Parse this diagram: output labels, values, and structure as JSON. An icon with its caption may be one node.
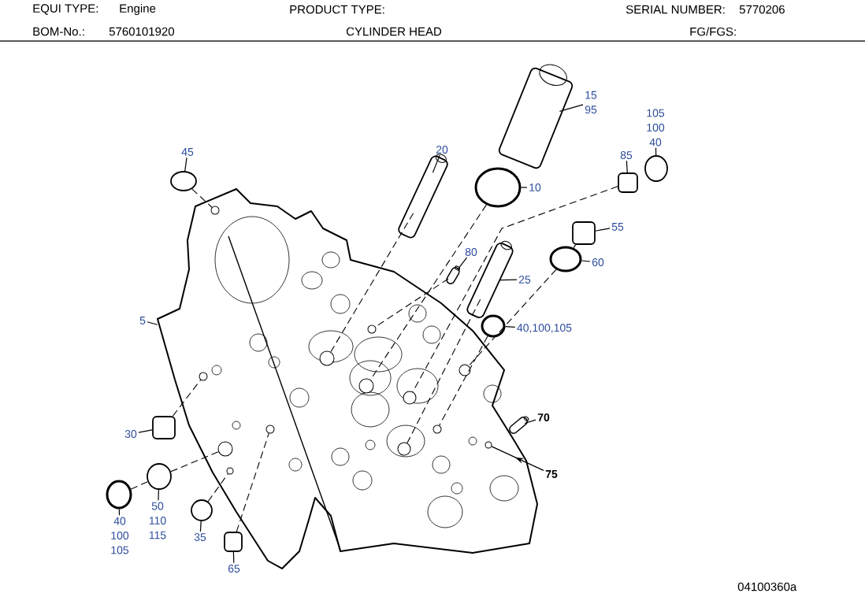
{
  "diagram": {
    "nodes": [
      {
        "text": [],
        "shape": "picture"
      },
      {
        "text": [],
        "shape": "circle",
        "in": 0
      },
      {
        "text": [],
        "shape": "circle",
        "in": 0
      },
      {
        "text": [],
        "shape": "circle",
        "in": 0
      },
      {
        "text": [],
        "shape": "circle",
        "in": 0
      },
      {
        "text": [],
        "shape": "circle",
        "in": 0
      },
      {
        "text": [],
        "shape": "circle",
        "in": 0
      },
      {
        "text": [],
        "shape": "circle",
        "in": 0
      },
      {
        "text": [],
        "shape": "circle",
        "in": 0
      },
      {
        "text": [],
        "shape": "circle",
        "in": 0
      },
      {
        "text": [],
        "shape": "circle",
        "in": 0
      },
      {
        "text": [],
        "shape": "circle",
        "in": 0
      },
      {
        "text": [],
        "shape": "circle",
        "in": 0
      },
      {
        "text": [],
        "shape": "circle",
        "in": 0
      },
      {
        "text": [],
        "shape": "circle"
      },
      {
        "text": [],
        "shape": "cylinder"
      },
      {
        "text": [],
        "shape": "cylinder"
      },
      {
        "text": [],
        "shape": "circle"
      },
      {
        "text": [],
        "shape": "box"
      },
      {
        "text": [],
        "shape": "circle"
      },
      {
        "text": [],
        "shape": "box"
      },
      {
        "text": [],
        "shape": "circle"
      },
      {
        "text": [],
        "shape": "cylinder"
      },
      {
        "text": [],
        "shape": "cylinder"
      },
      {
        "text": [],
        "shape": "circle"
      },
      {
        "text": [],
        "shape": "cylinder"
      },
      {
        "text": [],
        "shape": "box"
      },
      {
        "text": [],
        "shape": "circle"
      },
      {
        "text": [],
        "shape": "circle"
      },
      {
        "text": [],
        "shape": "circle"
      },
      {
        "text": [],
        "shape": "box"
      },
      {
        "text": [
          "45"
        ]
      },
      {
        "text": [
          "20"
        ]
      },
      {
        "text": [
          "15",
          "95"
        ]
      },
      {
        "text": [
          "10"
        ]
      },
      {
        "text": [
          "105",
          "100",
          "40"
        ]
      },
      {
        "text": [
          "85"
        ]
      },
      {
        "text": [
          "55"
        ]
      },
      {
        "text": [
          "60"
        ]
      },
      {
        "text": [
          "80"
        ]
      },
      {
        "text": [
          "25"
        ]
      },
      {
        "text": [
          "40,100,105"
        ]
      },
      {
        "text": [
          "5"
        ]
      },
      {
        "text": [
          "70"
        ]
      },
      {
        "text": [
          "75"
        ]
      },
      {
        "text": [
          "30"
        ]
      },
      {
        "text": [
          "50",
          "110",
          "115"
        ]
      },
      {
        "text": [
          "40",
          "100",
          "105"
        ]
      },
      {
        "text": [
          "35"
        ]
      },
      {
        "text": [
          "65"
        ]
      }
    ],
    "edges": [
      {
        "from": 31,
        "to": 14,
        "arrow": "none"
      },
      {
        "from": 32,
        "to": 15,
        "arrow": "none"
      },
      {
        "from": 33,
        "to": 16,
        "arrow": "none"
      },
      {
        "from": 34,
        "to": 17,
        "arrow": "none"
      },
      {
        "from": 35,
        "to": 19,
        "arrow": "none"
      },
      {
        "from": 36,
        "to": 18,
        "arrow": "none"
      },
      {
        "from": 37,
        "to": 20,
        "arrow": "none"
      },
      {
        "from": 38,
        "to": 21,
        "arrow": "none"
      },
      {
        "from": 39,
        "to": 22,
        "arrow": "none"
      },
      {
        "from": 40,
        "to": 23,
        "arrow": "none"
      },
      {
        "from": 41,
        "to": 24,
        "arrow": "none"
      },
      {
        "from": 42,
        "to": 0,
        "arrow": "none"
      },
      {
        "from": 43,
        "to": 25,
        "arrow": "none"
      },
      {
        "from": 44,
        "to": 13,
        "arrow": "to"
      },
      {
        "from": 45,
        "to": 26,
        "arrow": "none"
      },
      {
        "from": 46,
        "to": 27,
        "arrow": "none"
      },
      {
        "from": 47,
        "to": 28,
        "arrow": "none"
      },
      {
        "from": 48,
        "to": 29,
        "arrow": "none"
      },
      {
        "from": 49,
        "to": 30,
        "arrow": "none"
      },
      {
        "from": 14,
        "to": 1,
        "arrow": "none",
        "style": "dashed"
      },
      {
        "from": 15,
        "to": 2,
        "arrow": "none",
        "style": "dashed"
      },
      {
        "from": 17,
        "to": 3,
        "arrow": "none",
        "style": "dashed"
      },
      {
        "from": 18,
        "to": 4,
        "arrow": "none",
        "style": "dashed"
      },
      {
        "from": 20,
        "to": 21,
        "arrow": "none",
        "style": "dashed"
      },
      {
        "from": 21,
        "to": 5,
        "arrow": "none",
        "style": "dashed"
      },
      {
        "from": 22,
        "to": 6,
        "arrow": "none",
        "style": "dashed"
      },
      {
        "from": 23,
        "to": 7,
        "arrow": "none",
        "style": "dashed"
      },
      {
        "from": 24,
        "to": 8,
        "arrow": "none",
        "style": "dashed"
      },
      {
        "from": 26,
        "to": 9,
        "arrow": "none",
        "style": "dashed"
      },
      {
        "from": 28,
        "to": 27,
        "arrow": "none",
        "style": "dashed"
      },
      {
        "from": 27,
        "to": 10,
        "arrow": "none",
        "style": "dashed"
      },
      {
        "from": 29,
        "to": 11,
        "arrow": "none",
        "style": "dashed"
      },
      {
        "from": 30,
        "to": 12,
        "arrow": "none",
        "style": "dashed"
      }
    ],
    "labels": [
      "EQUI TYPE:",
      "Engine",
      "PRODUCT TYPE:",
      "SERIAL NUMBER:",
      "5770206",
      "BOM-No.:",
      "5760101920",
      "CYLINDER HEAD",
      "FG/FGS:",
      "04100360a"
    ]
  }
}
